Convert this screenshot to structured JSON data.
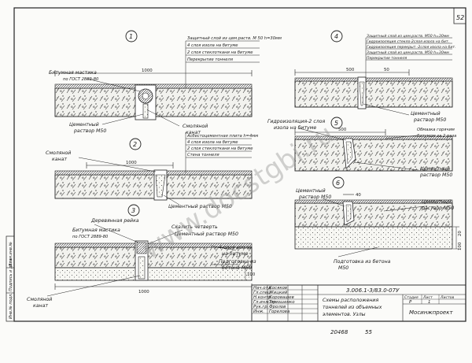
{
  "sheet": {
    "page_number": "52",
    "bottom_number": "20468",
    "bottom_sheet": "55",
    "watermark": "www.docstgbi.ru"
  },
  "margin_stamp": [
    "Инв.№ подл.",
    "Подпись и дата",
    "Взам.инв.№"
  ],
  "details": [
    {
      "number": "1",
      "labels": {
        "top_note_1": "Защитный слой из цем.раств. М 50 h=30мм",
        "top_note_2": "4 слоя изола на битуме",
        "top_note_3": "2 слоя стеклоткани на битуме",
        "top_note_4": "Перекрытие тоннеля",
        "mastic": "Битумная мастика",
        "mastic_std": "по ГОСТ 2889-80",
        "dim": "1000",
        "mortar": "Цементный",
        "mortar_2": "раствор М50",
        "rope": "Смоляной",
        "rope_2": "канат"
      }
    },
    {
      "number": "2",
      "labels": {
        "rope": "Смоляной",
        "rope_2": "канат",
        "dim": "1000",
        "note_1": "Асбестоцементная плита h=4мм",
        "note_2": "4 слоя изола на битуме",
        "note_3": "2 слоя стеклоткани на битуме",
        "note_4": "Стена тоннеля",
        "mortar": "Цементный раствор М50"
      }
    },
    {
      "number": "3",
      "labels": {
        "rail": "Деревянная рейка",
        "quarter": "Скалить четверть",
        "mastic": "Битумная мастика",
        "mastic_std": "по ГОСТ 2889-80",
        "mortar": "Цементный раствор М50",
        "layers": "4 слоя изола",
        "layers_2": "на битуме",
        "base": "Подготовка из",
        "base_2": "бетона М50",
        "dim": "1000",
        "dim_h": "100",
        "rope": "Смоляной",
        "rope_2": "канат"
      }
    },
    {
      "number": "4",
      "labels": {
        "note_1": "Защитный слой из цем.раств. М50 h=30мм",
        "note_2": "Гидроизоляция стекло-2слоя изола на бит.",
        "note_3": "Гидроизоляция перекрыт.-2слоя изола на бит.",
        "note_4": "Защитный слой из цем.раств. М50 h=30мм",
        "note_5": "Перекрытие тоннеля",
        "dim_1": "500",
        "dim_2": "50",
        "mortar": "Цементный",
        "mortar_2": "раствор М50"
      }
    },
    {
      "number": "5",
      "labels": {
        "hydro": "Гидроизоляция-2 слоя",
        "hydro_2": "изола на битуме",
        "dim": "500",
        "brace": "Обмазка горячим",
        "brace_2": "битумом за 2 раза",
        "mortar": "Цементный",
        "mortar_2": "раствор М50"
      }
    },
    {
      "number": "6",
      "labels": {
        "mortar": "Цементный",
        "mortar_2": "раствор М50",
        "dim": "40",
        "mortar_r": "Цементный",
        "mortar_r_2": "раствор М50",
        "base": "Подготовка из бетона",
        "base_2": "М50",
        "dim_h1": "20",
        "dim_h2": "100"
      }
    }
  ],
  "title_block": {
    "doc_code": "3.006.1-3/83.0-07У",
    "title_1": "Схемы расположения",
    "title_2": "тоннелей из объемных",
    "title_3": "элементов. Узлы",
    "stage_header": "Стадия",
    "sheet_header": "Лист",
    "sheets_header": "Листов",
    "stage": "Р",
    "sheet": "1",
    "org": "Мосинжпроект",
    "roles": [
      "Нач.отд.",
      "Гл.спец.",
      "Н.контр.",
      "Гл.инж.пр.",
      "Рук.гр.",
      "Инж."
    ],
    "names": [
      "Косяков",
      "Жицкий",
      "Коровашев",
      "Тимошенко",
      "Фролов",
      "Горелова"
    ]
  }
}
